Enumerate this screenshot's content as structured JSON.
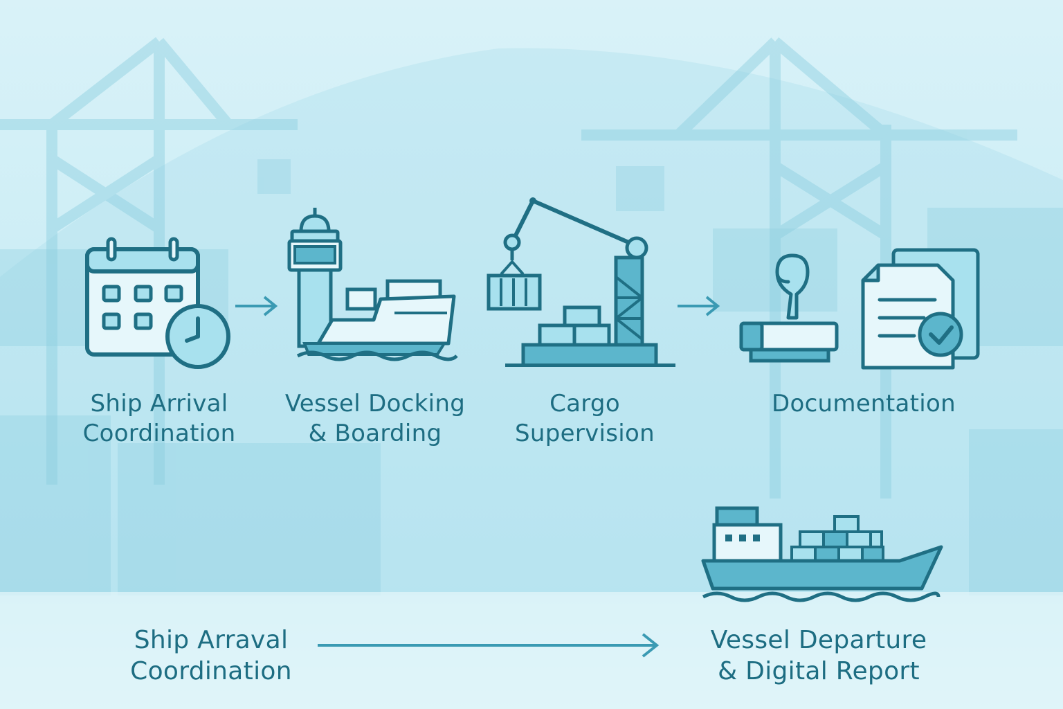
{
  "steps": [
    {
      "line1": "Ship Arrival",
      "line2": "Coordination",
      "icon": "calendar-clock-icon"
    },
    {
      "line1": "Vessel Docking",
      "line2": "& Boarding",
      "icon": "control-tower-ship-icon"
    },
    {
      "line1": "Cargo",
      "line2": "Supervision",
      "icon": "crane-cargo-icon"
    },
    {
      "line1": "Documentation",
      "icon": "stamp-document-icon"
    }
  ],
  "bottom_flow": {
    "from_line1": "Ship Arraval",
    "from_line2": "Coordination",
    "to_line1": "Vessel Departure",
    "to_line2": "& Digital Report",
    "to_icon": "container-ship-icon"
  },
  "colors": {
    "stroke": "#1f6f84",
    "fill_light": "#a8e1ee",
    "fill_mid": "#5cb6cc",
    "arrow": "#3a9ab3",
    "text": "#1d6d82"
  }
}
